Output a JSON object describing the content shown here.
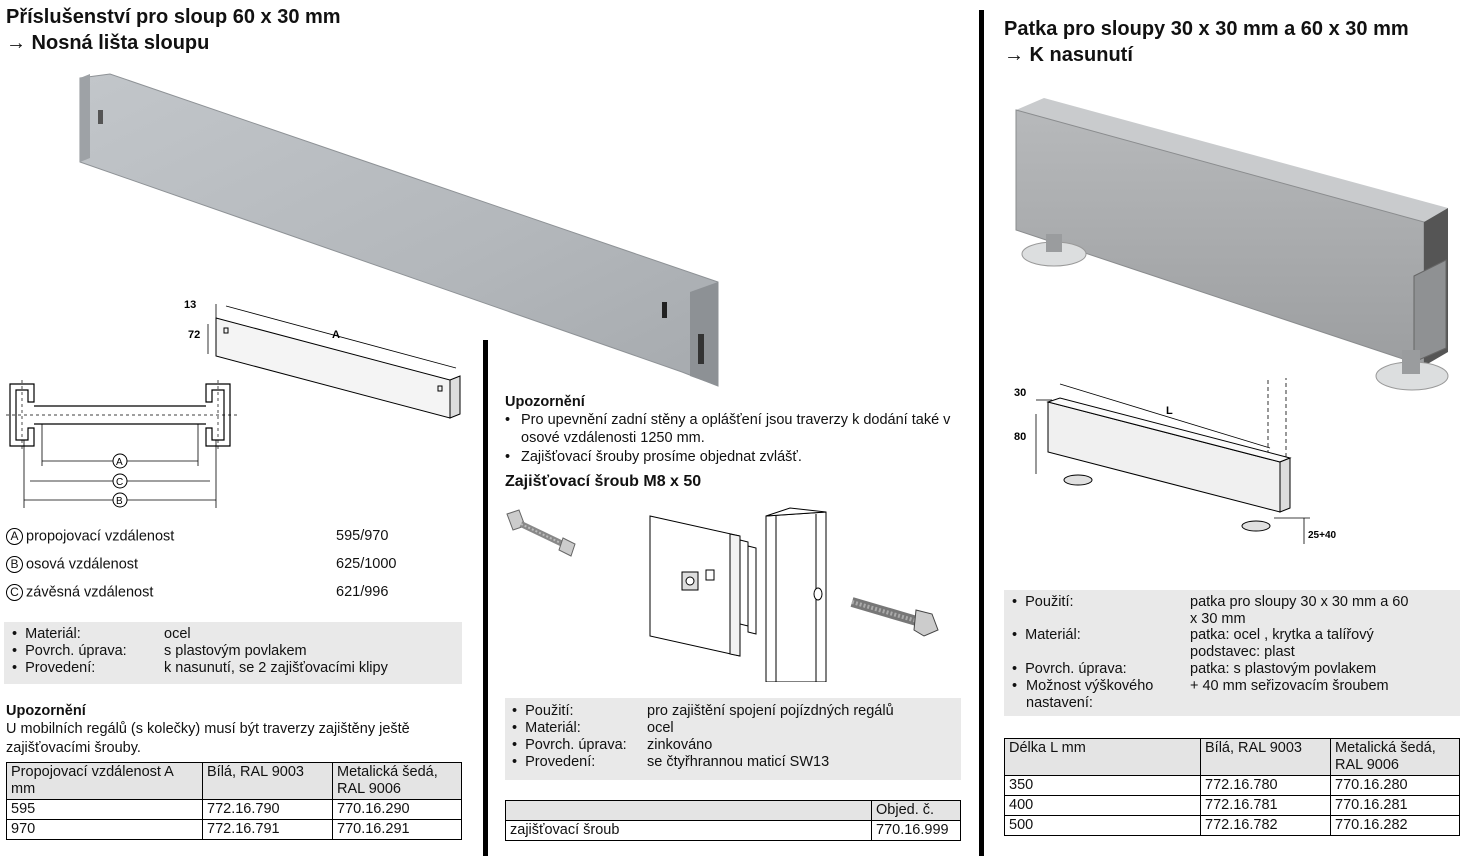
{
  "left": {
    "title": "Příslušenství pro sloup 60 x 30 mm",
    "subtitle": "→ Nosná lišta sloupu",
    "dim_labels": {
      "depth": "13",
      "height": "72",
      "length": "A"
    },
    "plan_labels": [
      "A",
      "C",
      "B"
    ],
    "distances": [
      {
        "key": "A",
        "label": "propojovací vzdálenost",
        "value": "595/970"
      },
      {
        "key": "B",
        "label": "osová vzdálenost",
        "value": "625/1000"
      },
      {
        "key": "C",
        "label": "závěsná vzdálenost",
        "value": "621/996"
      }
    ],
    "specs": [
      {
        "label": "Materiál:",
        "value": "ocel"
      },
      {
        "label": "Povrch. úprava:",
        "value": "s plastovým povlakem"
      },
      {
        "label": "Provedení:",
        "value": "k nasunutí, se 2 zajišťovacími klipy"
      }
    ],
    "notice_title": "Upozornění",
    "notice_text": "U mobilních regálů (s kolečky) musí být traverzy zajištěny ještě zajišťovacími šrouby.",
    "table": {
      "headers": [
        "Propojovací vzdálenost A mm",
        "Bílá, RAL 9003",
        "Metalická šedá, RAL 9006"
      ],
      "rows": [
        [
          "595",
          "772.16.790",
          "770.16.290"
        ],
        [
          "970",
          "772.16.791",
          "770.16.291"
        ]
      ]
    }
  },
  "middle": {
    "notice_title": "Upozornění",
    "notice_items": [
      "Pro upevnění zadní stěny a oplášťení jsou traverzy k dodání také v osové vzdálenosti 1250 mm.",
      "Zajišťovací šrouby prosíme objednat zvlášť."
    ],
    "screw_title": "Zajišťovací šroub M8 x 50",
    "specs": [
      {
        "label": "Použití:",
        "value": "pro zajištění spojení pojízdných regálů"
      },
      {
        "label": "Materiál:",
        "value": "ocel"
      },
      {
        "label": "Povrch. úprava:",
        "value": "zinkováno"
      },
      {
        "label": "Provedení:",
        "value": "se čtyřhrannou maticí SW13"
      }
    ],
    "table": {
      "headers": [
        "",
        "Objed. č."
      ],
      "rows": [
        [
          "zajišťovací šroub",
          "770.16.999"
        ]
      ]
    }
  },
  "right": {
    "title": "Patka pro sloupy 30 x 30 mm a 60 x 30 mm",
    "subtitle": "→ K nasunutí",
    "dim_labels": {
      "depth": "30",
      "height": "80",
      "length": "L",
      "foot": "25+40"
    },
    "specs": [
      {
        "label": "Použití:",
        "value": "patka pro sloupy 30 x 30 mm a 60 x 30 mm"
      },
      {
        "label": "Materiál:",
        "value": "patka: ocel , krytka a talířový podstavec: plast"
      },
      {
        "label": "Povrch. úprava:",
        "value": "patka: s plastovým povlakem"
      },
      {
        "label": "Možnost výškového nastavení:",
        "value": "+ 40 mm seřizovacím šroubem"
      }
    ],
    "table": {
      "headers": [
        "Délka L mm",
        "Bílá, RAL 9003",
        "Metalická šedá, RAL 9006"
      ],
      "rows": [
        [
          "350",
          "772.16.780",
          "770.16.280"
        ],
        [
          "400",
          "772.16.781",
          "770.16.281"
        ],
        [
          "500",
          "772.16.782",
          "770.16.282"
        ]
      ]
    }
  }
}
